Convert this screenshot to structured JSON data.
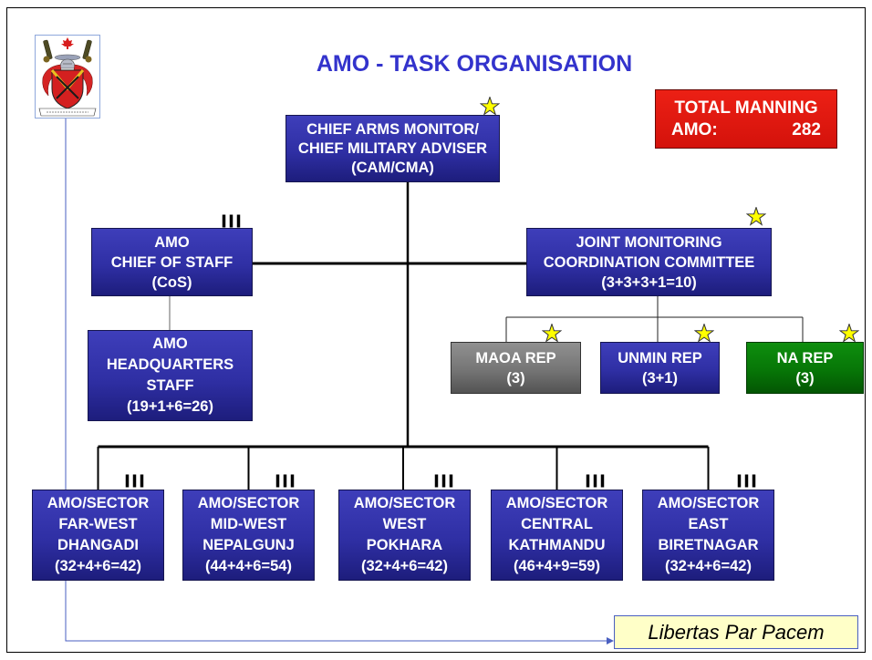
{
  "slide": {
    "title": "AMO - TASK ORGANISATION",
    "motto": "Libertas Par Pacem"
  },
  "total_manning": {
    "heading": "TOTAL MANNING",
    "label": "AMO:",
    "value": "282"
  },
  "org": {
    "cam": {
      "lines": [
        "CHIEF ARMS MONITOR/",
        "CHIEF MILITARY ADVISER",
        "(CAM/CMA)"
      ],
      "star": true
    },
    "cos": {
      "lines": [
        "AMO",
        "CHIEF OF STAFF",
        "(CoS)"
      ],
      "unit_marker": "III"
    },
    "hq": {
      "lines": [
        "AMO",
        "HEADQUARTERS",
        "STAFF",
        "(19+1+6=26)"
      ]
    },
    "jmcc": {
      "lines": [
        "JOINT MONITORING",
        "COORDINATION COMMITTEE",
        "(3+3+3+1=10)"
      ],
      "star": true
    },
    "reps": [
      {
        "lines": [
          "MAOA REP",
          "(3)"
        ],
        "color": "gray",
        "star": true
      },
      {
        "lines": [
          "UNMIN REP",
          "(3+1)"
        ],
        "color": "blue",
        "star": true
      },
      {
        "lines": [
          "NA REP",
          "(3)"
        ],
        "color": "green",
        "star": true
      }
    ],
    "sectors": [
      {
        "lines": [
          "AMO/SECTOR",
          "FAR-WEST",
          "DHANGADI",
          "(32+4+6=42)"
        ],
        "unit_marker": "III"
      },
      {
        "lines": [
          "AMO/SECTOR",
          "MID-WEST",
          "NEPALGUNJ",
          "(44+4+6=54)"
        ],
        "unit_marker": "III"
      },
      {
        "lines": [
          "AMO/SECTOR",
          "WEST",
          "POKHARA",
          "(32+4+6=42)"
        ],
        "unit_marker": "III"
      },
      {
        "lines": [
          "AMO/SECTOR",
          "CENTRAL",
          "KATHMANDU",
          "(46+4+9=59)"
        ],
        "unit_marker": "III"
      },
      {
        "lines": [
          "AMO/SECTOR",
          "EAST",
          "BIRETNAGAR",
          "(32+4+6=42)"
        ],
        "unit_marker": "III"
      }
    ]
  },
  "icons": {
    "crest": "coat-of-arms-icon",
    "star": "star-icon",
    "connector_arrow": "arrow-right-icon"
  },
  "colors": {
    "title": "#3333cc",
    "box_blue": "#2f2fa4",
    "box_gray": "#757575",
    "box_green": "#077607",
    "manning_red": "#e0150d",
    "star": "#ffff00",
    "motto_fill": "#ffffc8",
    "motto_border": "#4a5fc1",
    "connector": "#4a5fc1"
  }
}
